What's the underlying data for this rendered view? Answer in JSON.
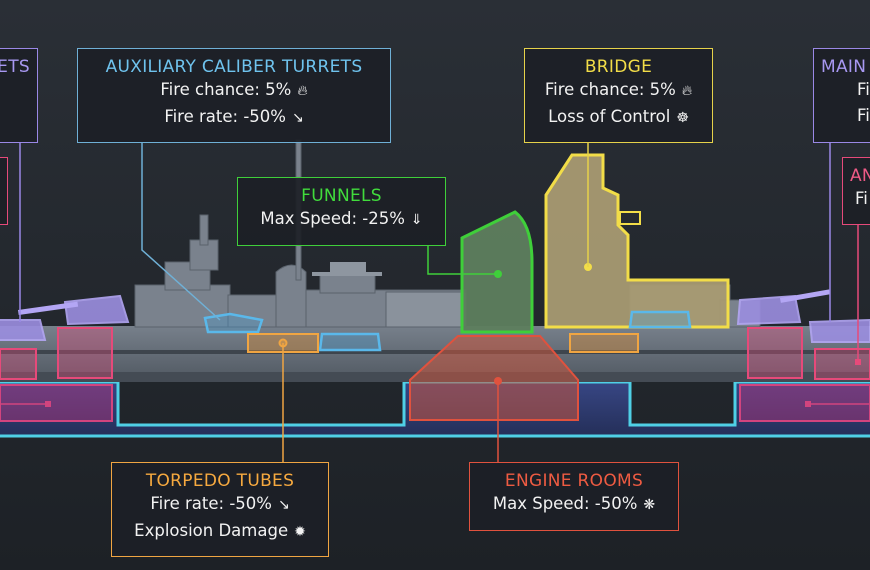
{
  "panels": {
    "aux_turrets": {
      "title": "AUXILIARY CALIBER TURRETS",
      "rows": [
        {
          "label": "Fire chance: 5%",
          "icon": "fire-icon"
        },
        {
          "label": "Fire rate: -50%",
          "icon": "turret-damaged-icon"
        }
      ]
    },
    "bridge": {
      "title": "BRIDGE",
      "rows": [
        {
          "label": "Fire chance: 5%",
          "icon": "fire-icon"
        },
        {
          "label": "Loss of Control",
          "icon": "ship-wheel-icon"
        }
      ]
    },
    "funnels": {
      "title": "FUNNELS",
      "rows": [
        {
          "label": "Max Speed: -25%",
          "icon": "speed-down-arrow-icon"
        }
      ]
    },
    "torpedo_tubes": {
      "title": "TORPEDO TUBES",
      "rows": [
        {
          "label": "Fire rate: -50%",
          "icon": "turret-damaged-icon"
        },
        {
          "label": "Explosion Damage",
          "icon": "explosion-icon"
        }
      ]
    },
    "engine_rooms": {
      "title": "ENGINE ROOMS",
      "rows": [
        {
          "label": "Max Speed: -50%",
          "icon": "propeller-icon"
        }
      ]
    },
    "main_turrets_left": {
      "title": "ETS"
    },
    "main_turrets_right": {
      "title": "MAIN",
      "rows": [
        {
          "label": "Fi"
        },
        {
          "label": "Fi"
        }
      ]
    },
    "aa_right": {
      "title": "AN",
      "rows": [
        {
          "label": "Fi"
        }
      ]
    }
  },
  "colors": {
    "aux": "#6fb0d6",
    "bridge": "#e6d24a",
    "funnels": "#3fcf3a",
    "torpedo": "#f0a542",
    "engine": "#e0523e",
    "main_turrets": "#9a88e6",
    "aa": "#e64a7a",
    "hull_outline": "#4fd0e6",
    "background": "#23272d"
  }
}
